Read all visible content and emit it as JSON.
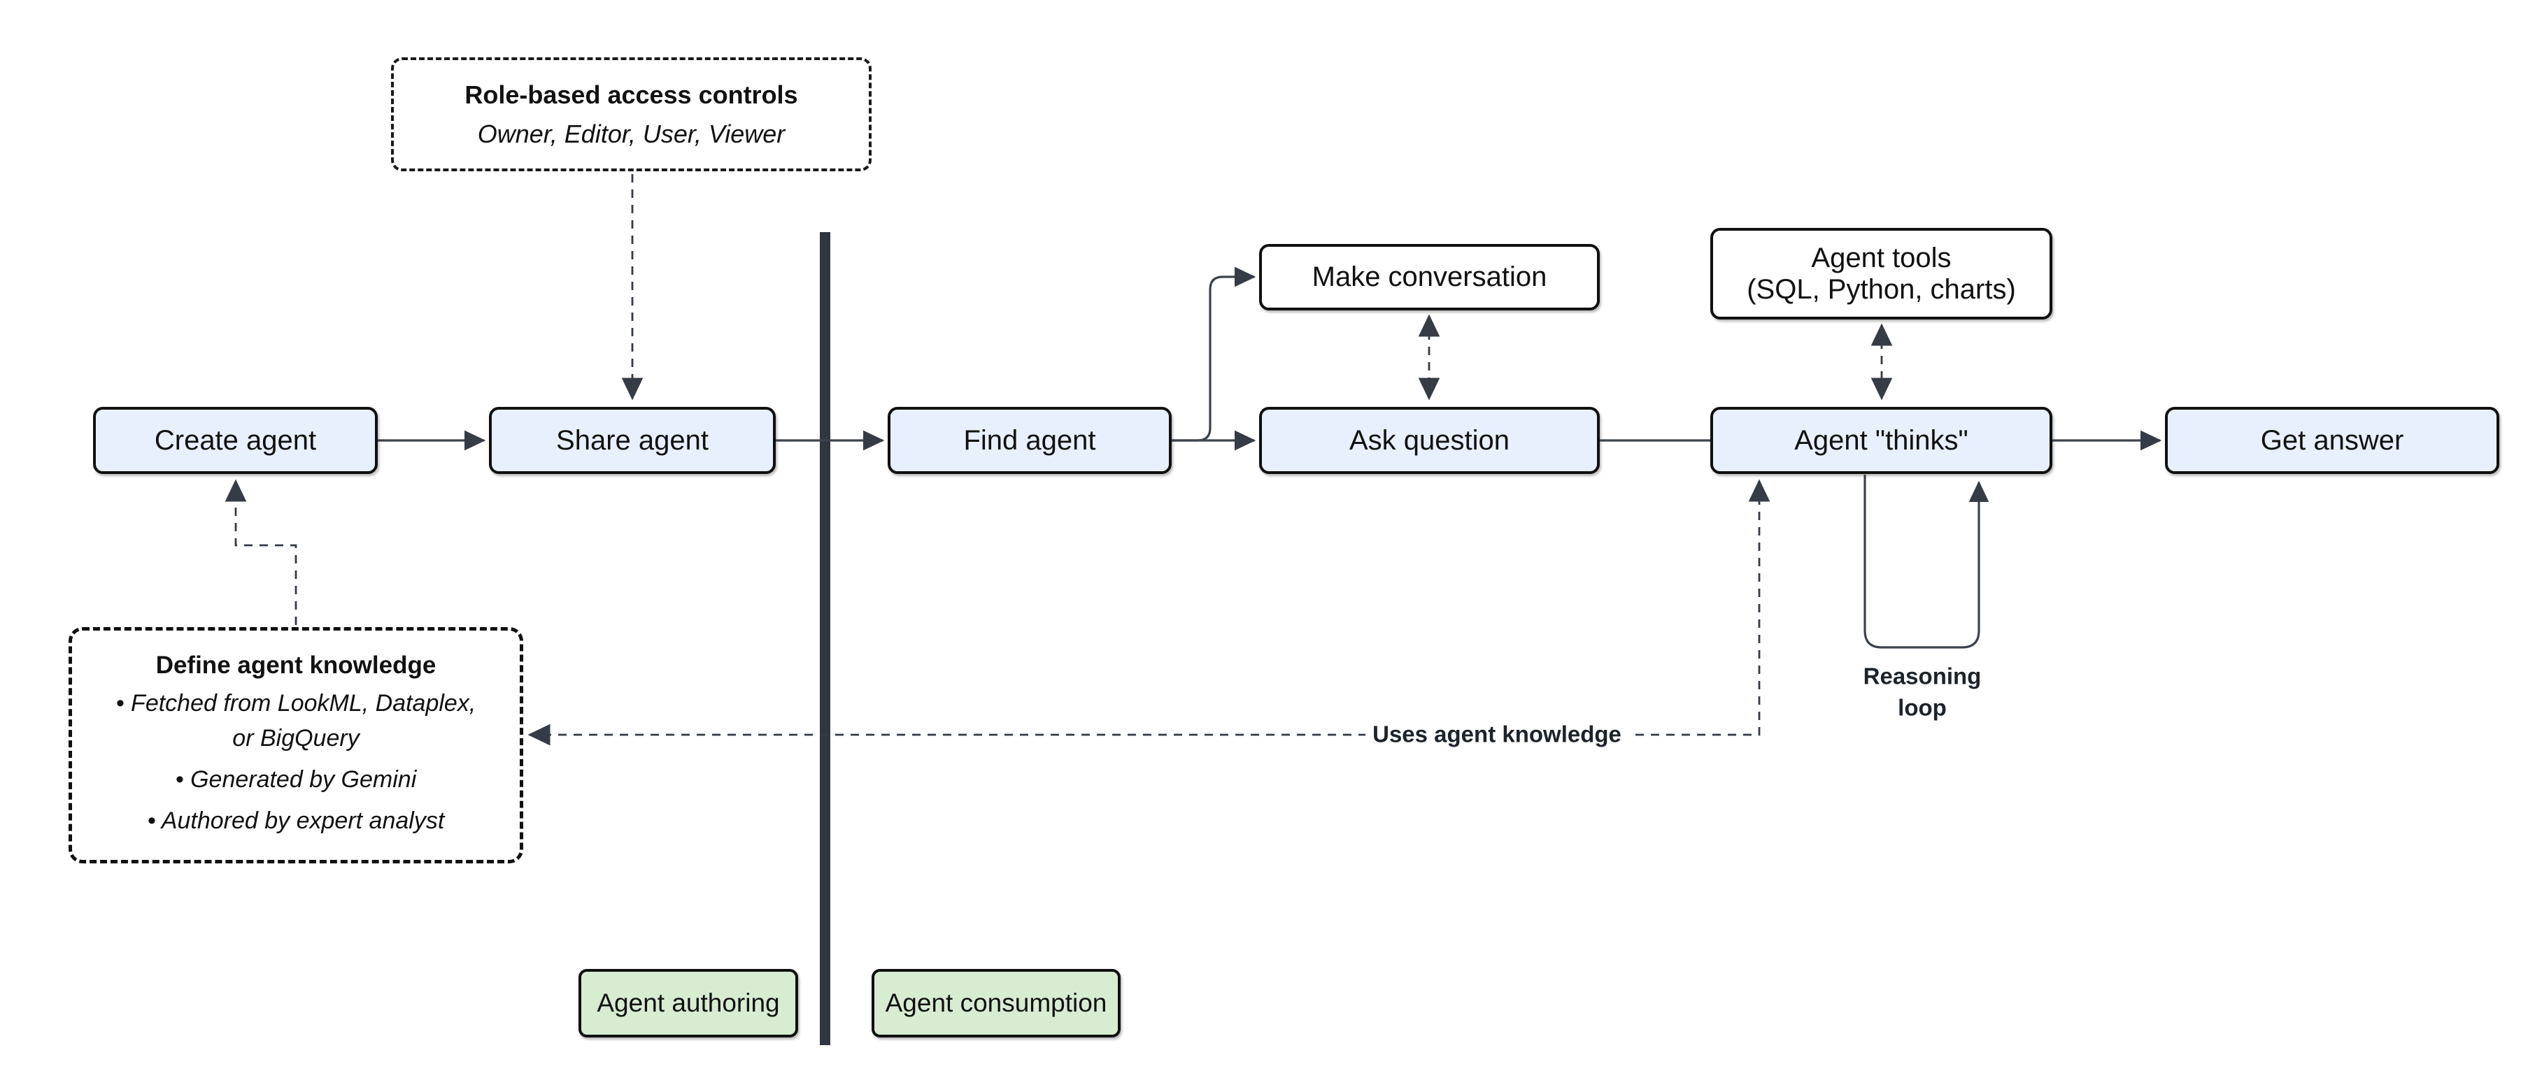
{
  "diagram": {
    "nodes": {
      "create_agent": {
        "label": "Create agent"
      },
      "share_agent": {
        "label": "Share agent"
      },
      "find_agent": {
        "label": "Find agent"
      },
      "make_conversation": {
        "label": "Make conversation"
      },
      "ask_question": {
        "label": "Ask question"
      },
      "agent_tools": {
        "label": "Agent tools",
        "sublabel": "(SQL, Python, charts)"
      },
      "agent_thinks": {
        "label": "Agent \"thinks\""
      },
      "get_answer": {
        "label": "Get answer"
      }
    },
    "annotations": {
      "role_box": {
        "title": "Role-based access controls",
        "subtitle": "Owner, Editor, User, Viewer"
      },
      "define_box": {
        "title": "Define agent knowledge",
        "bullets": [
          "• Fetched from LookML, Dataplex,\nor BigQuery",
          "• Generated by Gemini",
          "• Authored by expert analyst"
        ]
      },
      "reasoning_loop_label": "Reasoning\nloop",
      "uses_knowledge_label": "Uses agent knowledge"
    },
    "lanes": {
      "authoring": {
        "label": "Agent authoring"
      },
      "consumption": {
        "label": "Agent consumption"
      }
    },
    "colors": {
      "node_fill": "#e8f0fe",
      "tool_node_fill": "#ffffff",
      "lane_fill": "#d8ecd2",
      "border": "#101010",
      "wire": "#3c434c",
      "divider": "#2f3640"
    }
  }
}
